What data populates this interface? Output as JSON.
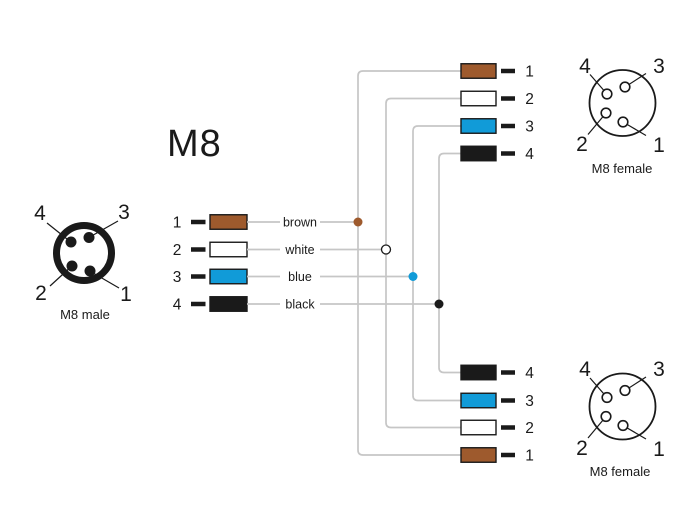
{
  "title": "M8",
  "colors": {
    "brown": "#9E5A2D",
    "white": "#FFFFFF",
    "blue": "#119BD8",
    "black": "#1A1A1A",
    "wire_line": "#C6C6C6",
    "ink": "#1A1A1A"
  },
  "male_connector": {
    "caption": "M8 male",
    "pin_labels": {
      "p4": "4",
      "p3": "3",
      "p2": "2",
      "p1": "1"
    }
  },
  "wire_list": {
    "rows": [
      {
        "pin": "1",
        "color_name": "brown"
      },
      {
        "pin": "2",
        "color_name": "white"
      },
      {
        "pin": "3",
        "color_name": "blue"
      },
      {
        "pin": "4",
        "color_name": "black"
      }
    ]
  },
  "terminals_top": {
    "rows": [
      {
        "pin": "1",
        "color": "brown"
      },
      {
        "pin": "2",
        "color": "white"
      },
      {
        "pin": "3",
        "color": "blue"
      },
      {
        "pin": "4",
        "color": "black"
      }
    ]
  },
  "terminals_bottom": {
    "rows": [
      {
        "pin": "4",
        "color": "black"
      },
      {
        "pin": "3",
        "color": "blue"
      },
      {
        "pin": "2",
        "color": "white"
      },
      {
        "pin": "1",
        "color": "brown"
      }
    ]
  },
  "female_top": {
    "caption": "M8 female",
    "pin_labels": {
      "p4": "4",
      "p3": "3",
      "p2": "2",
      "p1": "1"
    }
  },
  "female_bottom": {
    "caption": "M8 female",
    "pin_labels": {
      "p4": "4",
      "p3": "3",
      "p2": "2",
      "p1": "1"
    }
  }
}
